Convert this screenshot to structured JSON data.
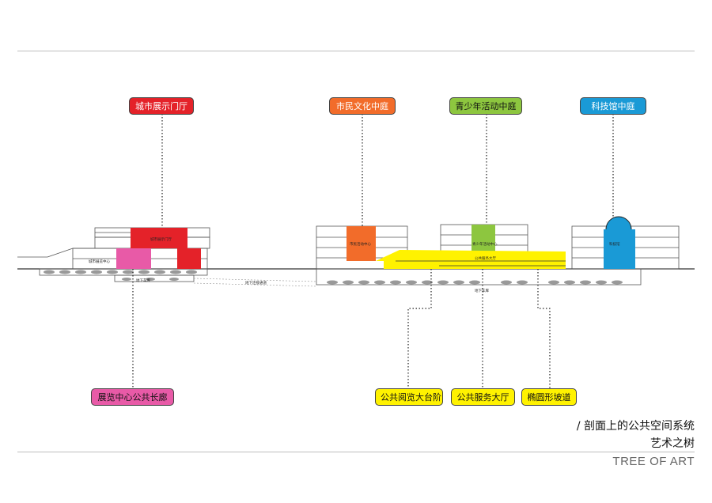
{
  "colors": {
    "red": "#e42229",
    "orange": "#f26c2a",
    "green": "#8dc63f",
    "blue": "#1a9ad6",
    "pink": "#e85aa7",
    "yellow": "#fff200",
    "line": "#444444"
  },
  "labels": {
    "city_gate": "城市展示门厅",
    "civic": "市民文化中庭",
    "youth": "青少年活动中庭",
    "science": "科技馆中庭",
    "exhibition_gallery": "展览中心公共长廊",
    "reading_steps": "公共阅览大台阶",
    "service_hall": "公共服务大厅",
    "ramp": "椭圆形坡道"
  },
  "small_labels": {
    "hall_small": "城市展示门厅",
    "exhibition_center": "城市展览中心",
    "garage_left": "地下车库",
    "underground_passage": "地下连接通道",
    "civic_center": "市民活动中心",
    "youth_center": "青少年活动中心",
    "public_service": "公共服务大厅",
    "garage_right": "地下车库",
    "science_museum": "科技馆"
  },
  "caption": {
    "line1": "/ 剖面上的公共空间系统",
    "line2": "艺术之树",
    "line3": "TREE OF ART"
  }
}
